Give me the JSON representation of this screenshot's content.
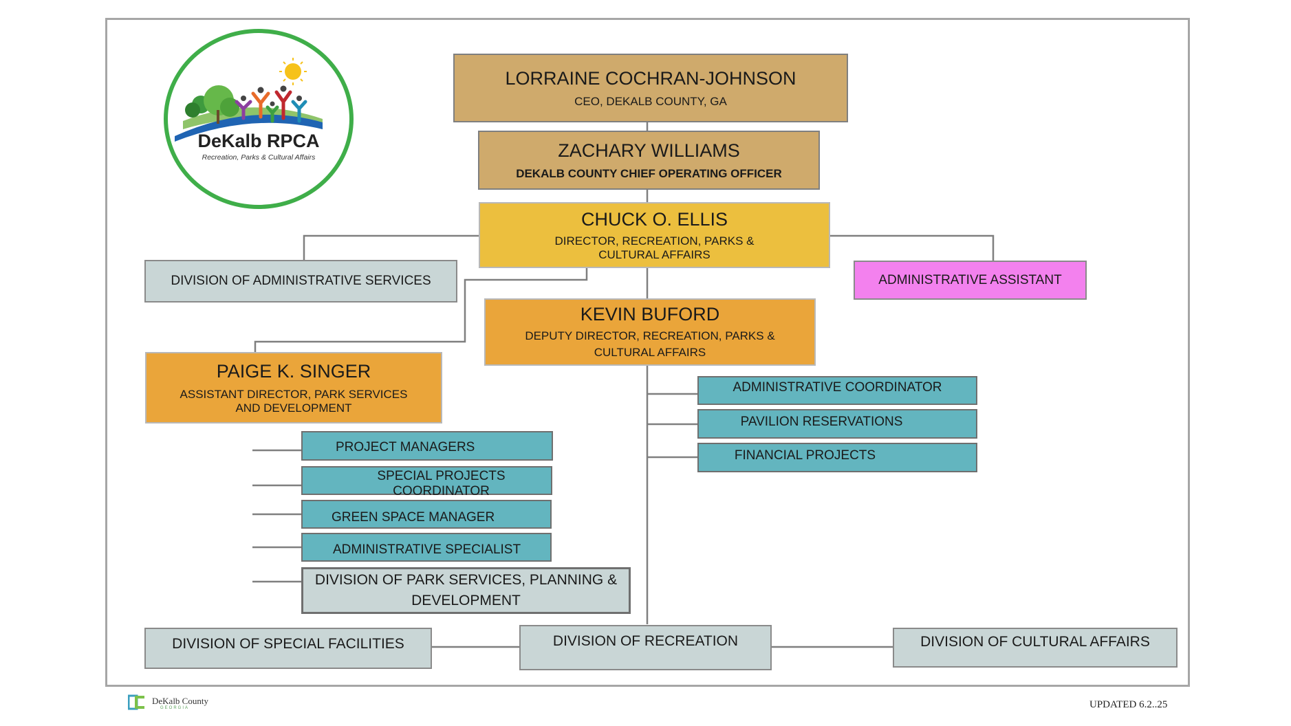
{
  "logo": {
    "title": "DeKalb RPCA",
    "subtitle": "Recreation, Parks & Cultural Affairs",
    "icon": "people-trees-sun-icon"
  },
  "ceo": {
    "name": "LORRAINE COCHRAN-JOHNSON",
    "title": "CEO, DEKALB COUNTY, GA"
  },
  "coo": {
    "name": "ZACHARY WILLIAMS",
    "title": "DEKALB COUNTY CHIEF OPERATING OFFICER"
  },
  "director": {
    "name": "CHUCK O. ELLIS",
    "title": "DIRECTOR, RECREATION, PARKS & CULTURAL AFFAIRS"
  },
  "admin_services": "DIVISION OF ADMINISTRATIVE SERVICES",
  "admin_assistant": "ADMINISTRATIVE ASSISTANT",
  "deputy": {
    "name": "KEVIN BUFORD",
    "title": "DEPUTY DIRECTOR, RECREATION, PARKS & CULTURAL AFFAIRS"
  },
  "assistant_director": {
    "name": "PAIGE K. SINGER",
    "title": "ASSISTANT DIRECTOR, PARK SERVICES AND DEVELOPMENT"
  },
  "deputy_reports": [
    "ADMINISTRATIVE COORDINATOR",
    "PAVILION RESERVATIONS",
    "FINANCIAL PROJECTS"
  ],
  "singer_reports": [
    "PROJECT MANAGERS",
    "SPECIAL PROJECTS COORDINATOR",
    "GREEN SPACE MANAGER",
    "ADMINISTRATIVE SPECIALIST"
  ],
  "park_services_division": "DIVISION OF PARK SERVICES, PLANNING & DEVELOPMENT",
  "bottom_divisions": {
    "special_facilities": "DIVISION OF SPECIAL FACILITIES",
    "recreation": "DIVISION OF RECREATION",
    "cultural_affairs": "DIVISION OF CULTURAL AFFAIRS"
  },
  "footer": {
    "county": "DeKalb County",
    "state": "GEORGIA",
    "updated": "UPDATED 6.2..25"
  },
  "colors": {
    "tan": "#cfaa6c",
    "yellow": "#ecbf3e",
    "orange": "#eaa53a",
    "gray": "#c9d6d6",
    "teal": "#63b5bf",
    "pink": "#f381ee",
    "logo_ring": "#3fae49"
  }
}
